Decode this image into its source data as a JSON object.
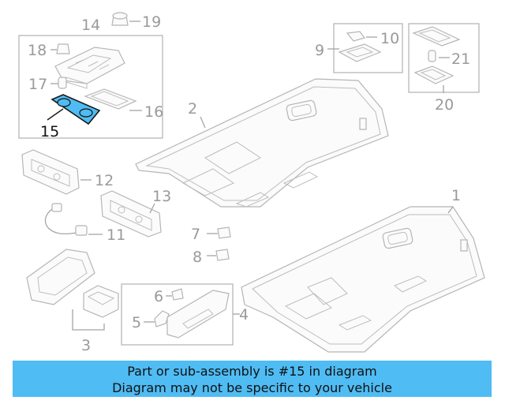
{
  "callouts": {
    "c1": "1",
    "c2": "2",
    "c3": "3",
    "c4": "4",
    "c5": "5",
    "c6": "6",
    "c7": "7",
    "c8": "8",
    "c9": "9",
    "c10": "10",
    "c11": "11",
    "c12": "12",
    "c13": "13",
    "c14": "14",
    "c15": "15",
    "c16": "16",
    "c17": "17",
    "c18": "18",
    "c19": "19",
    "c20": "20",
    "c21": "21"
  },
  "highlight": {
    "part": "15",
    "color": "#4fbcf4"
  },
  "banner": {
    "line1": "Part or sub-assembly is #15 in diagram",
    "line2": "Diagram may not be specific to your vehicle",
    "background": "#4fbcf4"
  }
}
